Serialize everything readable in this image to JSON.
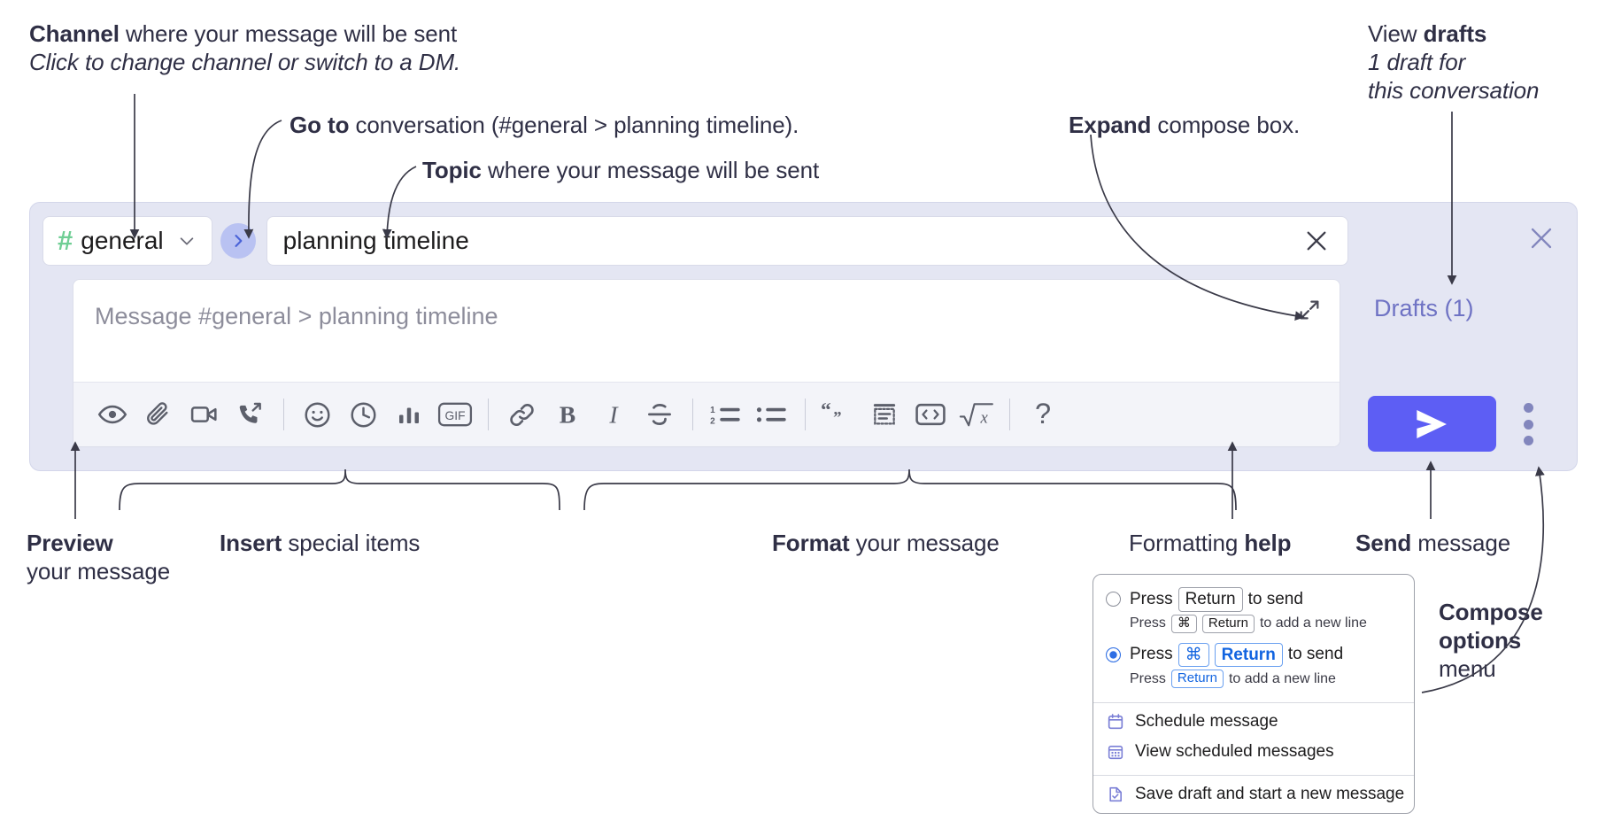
{
  "annotations": {
    "channel": {
      "bold": "Channel",
      "rest": " where your message will be sent",
      "italic": "Click to change channel or switch to a DM."
    },
    "goto": {
      "bold": "Go to",
      "rest": " conversation (#general > planning timeline)."
    },
    "topic": {
      "bold": "Topic",
      "rest": " where your message will be sent"
    },
    "expand": {
      "bold": "Expand",
      "rest": " compose box."
    },
    "drafts": {
      "lead": "View ",
      "bold": "drafts",
      "italic_line1": "1 draft for",
      "italic_line2": "this conversation"
    },
    "preview": {
      "bold": "Preview",
      "line2": "your message"
    },
    "insert": {
      "bold": "Insert",
      "rest": " special items"
    },
    "format": {
      "bold": "Format",
      "rest": " your message"
    },
    "help": {
      "lead": "Formatting ",
      "bold": "help"
    },
    "send": {
      "bold": "Send",
      "rest": " message"
    },
    "compose_options": {
      "bold_line1": "Compose",
      "bold_line2": "options",
      "line3": "menu"
    }
  },
  "compose": {
    "channel": {
      "hash": "#",
      "name": "general",
      "chevron_icon": "chevron-down-icon"
    },
    "goto_icon": "chevron-right-icon",
    "topic": {
      "value": "planning timeline",
      "clear_icon": "close-icon"
    },
    "message": {
      "placeholder": "Message #general > planning timeline",
      "value": "",
      "expand_icon": "expand-icon"
    },
    "close_icon": "close-icon",
    "drafts_label": "Drafts (1)",
    "send_icon": "send-paper-plane-icon",
    "kebab_icon": "more-vertical-icon",
    "toolbar": [
      {
        "name": "preview-icon",
        "label": "Preview"
      },
      {
        "name": "attachment-icon",
        "label": "Attach file"
      },
      {
        "name": "video-camera-icon",
        "label": "Record video clip"
      },
      {
        "name": "audio-clip-icon",
        "label": "Record audio clip"
      },
      {
        "sep": true
      },
      {
        "name": "emoji-icon",
        "label": "Emoji"
      },
      {
        "name": "clock-icon",
        "label": "Recent"
      },
      {
        "name": "poll-icon",
        "label": "Poll"
      },
      {
        "name": "gif-icon",
        "label": "GIF"
      },
      {
        "sep": true
      },
      {
        "name": "link-icon",
        "label": "Link"
      },
      {
        "name": "bold-icon",
        "label": "Bold"
      },
      {
        "name": "italic-icon",
        "label": "Italic"
      },
      {
        "name": "strikethrough-icon",
        "label": "Strikethrough"
      },
      {
        "sep": true
      },
      {
        "name": "ordered-list-icon",
        "label": "Ordered list"
      },
      {
        "name": "bulleted-list-icon",
        "label": "Bulleted list"
      },
      {
        "sep": true
      },
      {
        "name": "blockquote-icon",
        "label": "Blockquote"
      },
      {
        "name": "code-block-icon",
        "label": "Code block"
      },
      {
        "name": "code-inline-icon",
        "label": "Code"
      },
      {
        "name": "math-icon",
        "label": "Math"
      },
      {
        "sep": true
      },
      {
        "name": "help-icon",
        "label": "Formatting help"
      }
    ]
  },
  "options_popup": {
    "option1": {
      "selected": false,
      "pre": "Press",
      "key": "Return",
      "post": "to send",
      "sub_pre": "Press",
      "sub_key1": "⌘",
      "sub_key2": "Return",
      "sub_post": "to add a new line"
    },
    "option2": {
      "selected": true,
      "pre": "Press",
      "key1": "⌘",
      "key2": "Return",
      "post": "to send",
      "sub_pre": "Press",
      "sub_key": "Return",
      "sub_post": "to add a new line"
    },
    "items": [
      {
        "icon": "calendar-schedule-icon",
        "label": "Schedule message"
      },
      {
        "icon": "calendar-grid-icon",
        "label": "View scheduled messages"
      },
      {
        "icon": "save-draft-icon",
        "label": "Save draft and start a new message"
      }
    ]
  },
  "colors": {
    "widget_bg": "#e4e6f3",
    "accent_purple": "#5d5ef4",
    "drafts_link": "#6f73c4",
    "channel_hash_green": "#6fce94",
    "goto_circle": "#b9c2f2",
    "toolbar_bg": "#f3f4f9",
    "text_dark": "#2f2f45",
    "placeholder_grey": "#8d8d9b",
    "key_blue": "#1264e0"
  }
}
